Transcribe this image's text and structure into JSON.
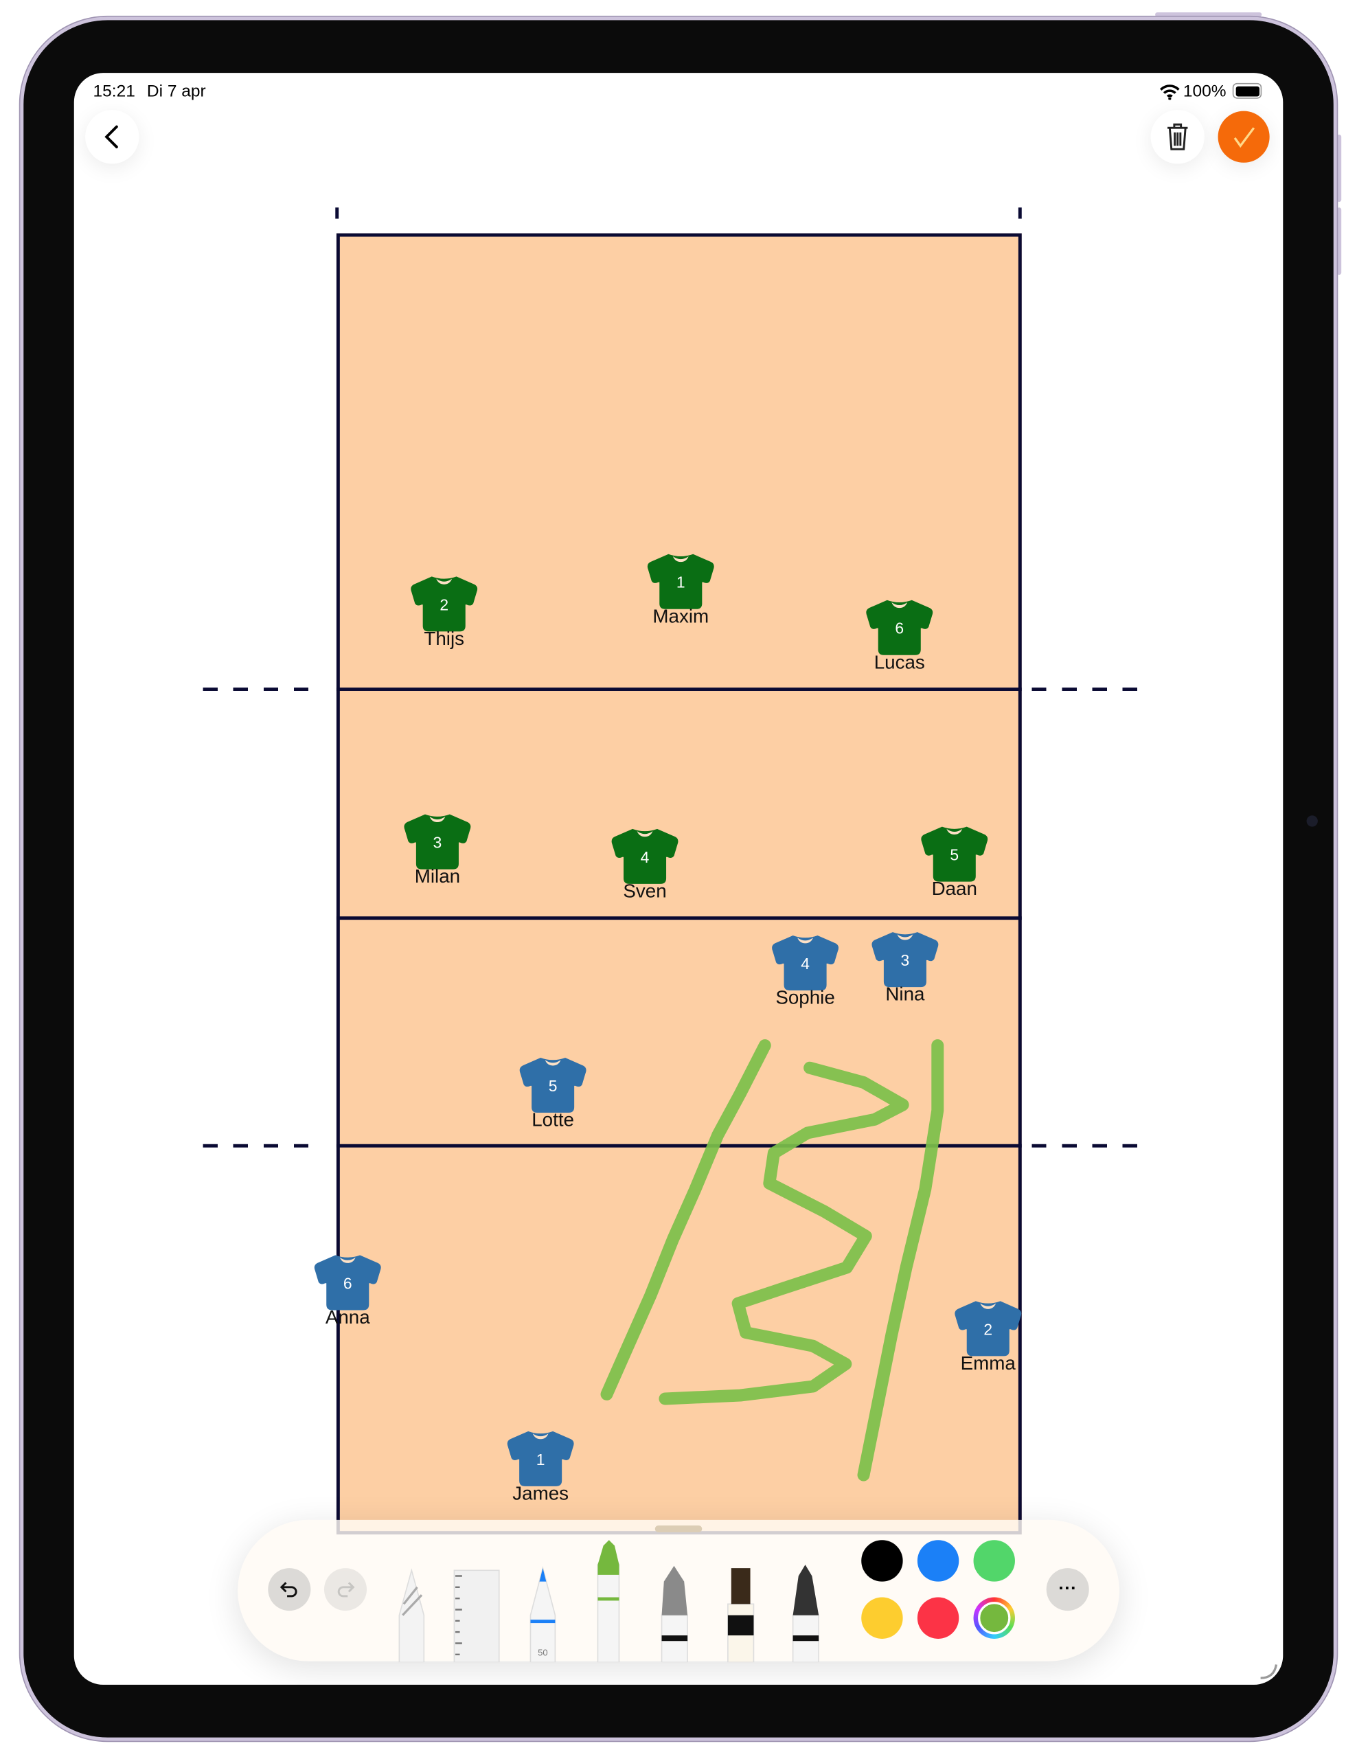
{
  "status_bar": {
    "time": "15:21",
    "date": "Di 7 apr",
    "battery": "100%"
  },
  "toolbar": {
    "pen_width_label": "50"
  },
  "colors": {
    "court": "#fdcfa4",
    "lines": "#0a0a33",
    "team_green": "#0a6e14",
    "team_blue": "#2f6fa8",
    "accent": "#f56a0a",
    "scribble": "#7cc04a"
  },
  "palette": [
    {
      "name": "black",
      "color": "#000000"
    },
    {
      "name": "blue",
      "color": "#1b80f7"
    },
    {
      "name": "green",
      "color": "#52d66a"
    },
    {
      "name": "yellow",
      "color": "#fdcd2f"
    },
    {
      "name": "red",
      "color": "#fc3346"
    },
    {
      "name": "custom-green",
      "color": "#75b83e"
    }
  ],
  "team_green": [
    {
      "number": "2",
      "name": "Thijs"
    },
    {
      "number": "1",
      "name": "Maxim"
    },
    {
      "number": "6",
      "name": "Lucas"
    },
    {
      "number": "3",
      "name": "Milan"
    },
    {
      "number": "4",
      "name": "Sven"
    },
    {
      "number": "5",
      "name": "Daan"
    }
  ],
  "team_blue": [
    {
      "number": "4",
      "name": "Sophie"
    },
    {
      "number": "3",
      "name": "Nina"
    },
    {
      "number": "5",
      "name": "Lotte"
    },
    {
      "number": "6",
      "name": "Anna"
    },
    {
      "number": "2",
      "name": "Emma"
    },
    {
      "number": "1",
      "name": "James"
    }
  ]
}
